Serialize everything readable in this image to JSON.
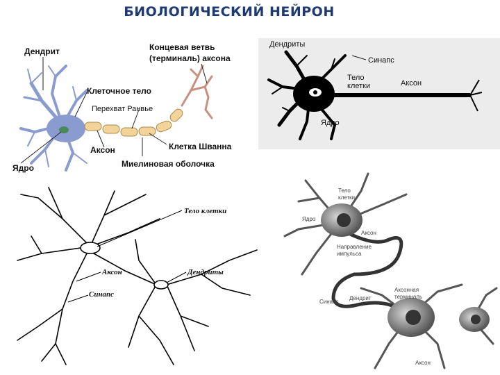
{
  "title": "БИОЛОГИЧЕСКИЙ НЕЙРОН",
  "panel_myelin": {
    "dendrite": "Дендрит",
    "terminal_line1": "Концевая ветвь",
    "terminal_line2": "(терминаль) аксона",
    "cell_body": "Клеточное тело",
    "ranvier": "Перехват Ранвье",
    "axon": "Аксон",
    "schwann": "Клетка Шванна",
    "nucleus": "Ядро",
    "myelin": "Миелиновая оболочка",
    "colors": {
      "dendrite": "#8a9bd0",
      "myelin": "#f2d49a",
      "terminal": "#c89080",
      "nucleus": "#4a8a5a"
    }
  },
  "panel_silhouette": {
    "dendrites": "Дендриты",
    "synapse": "Синапс",
    "cell_line1": "Тело",
    "cell_line2": "клетки",
    "axon": "Аксон",
    "nucleus": "Ядро"
  },
  "panel_sketch": {
    "cell_body": "Тело клетки",
    "axon": "Аксон",
    "synapse": "Синапс",
    "dendrites": "Дендриты"
  },
  "panel_shaded": {
    "cell_line1": "Тело",
    "cell_line2": "клетки",
    "nucleus": "Ядро",
    "axon": "Аксон",
    "impulse_line1": "Направление",
    "impulse_line2": "импульса",
    "synapse": "Синапс",
    "dendrite": "Дендрит",
    "terminal_line1": "Аксонная",
    "terminal_line2": "терминаль",
    "axon2": "Аксон"
  }
}
